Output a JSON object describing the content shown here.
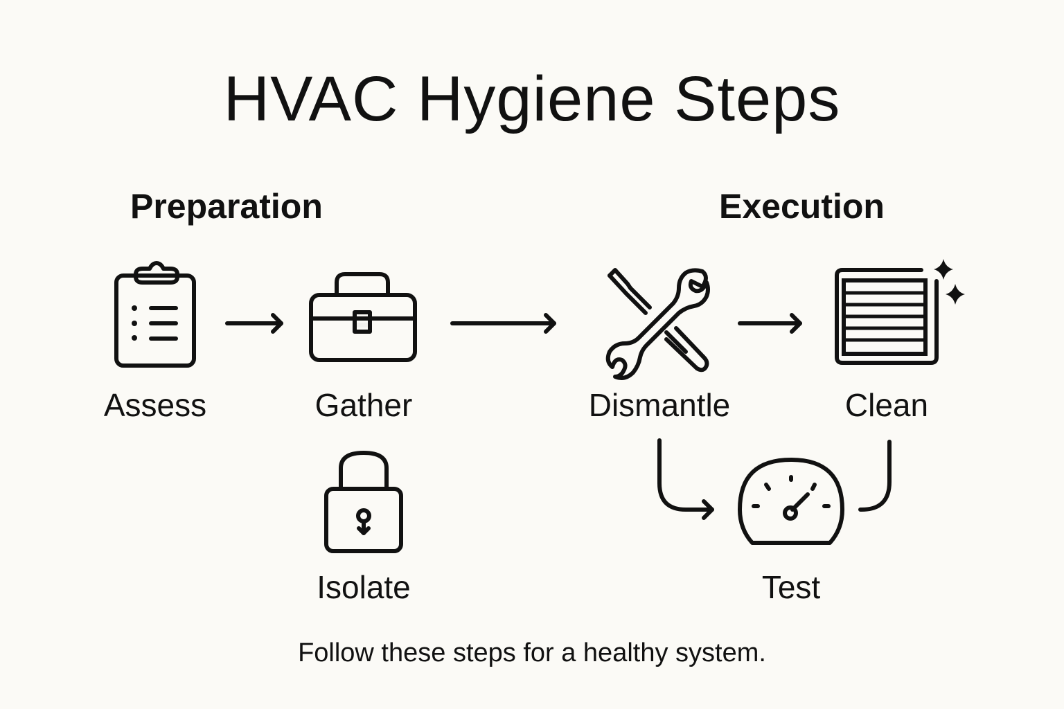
{
  "title": "HVAC Hygiene Steps",
  "sections": {
    "preparation": "Preparation",
    "execution": "Execution"
  },
  "steps": [
    {
      "label": "Assess",
      "icon": "clipboard-icon",
      "group": "Preparation"
    },
    {
      "label": "Gather",
      "icon": "toolbox-icon",
      "group": "Preparation"
    },
    {
      "label": "Isolate",
      "icon": "padlock-icon",
      "group": "Preparation"
    },
    {
      "label": "Dismantle",
      "icon": "wrench-screwdriver-icon",
      "group": "Execution"
    },
    {
      "label": "Clean",
      "icon": "sparkling-vent-icon",
      "group": "Execution"
    },
    {
      "label": "Test",
      "icon": "gauge-icon",
      "group": "Execution"
    }
  ],
  "connections": [
    {
      "from": "Assess",
      "to": "Gather"
    },
    {
      "from": "Gather",
      "to": "Dismantle"
    },
    {
      "from": "Dismantle",
      "to": "Clean"
    },
    {
      "from": "Dismantle",
      "to": "Test"
    },
    {
      "from": "Clean",
      "to": "Test"
    }
  ],
  "caption": "Follow these steps for a healthy system.",
  "colors": {
    "background": "#fbfaf6",
    "ink": "#111111",
    "icon_fill": "#f2f1ee"
  }
}
